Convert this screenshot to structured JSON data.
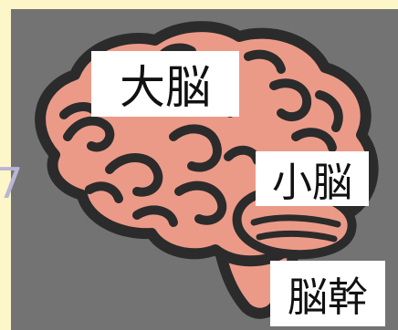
{
  "labels": {
    "cerebrum": "大脳",
    "cerebellum": "小脳",
    "brainstem": "脳幹",
    "edge_glyph": "7"
  },
  "colors": {
    "page_background": "#fdf6c8",
    "panel_background": "#737373",
    "brain_fill": "#ec9a88",
    "brain_outline": "#2b2b2b",
    "label_background": "#ffffff"
  },
  "icons": {
    "brain": "brain-illustration-icon"
  }
}
